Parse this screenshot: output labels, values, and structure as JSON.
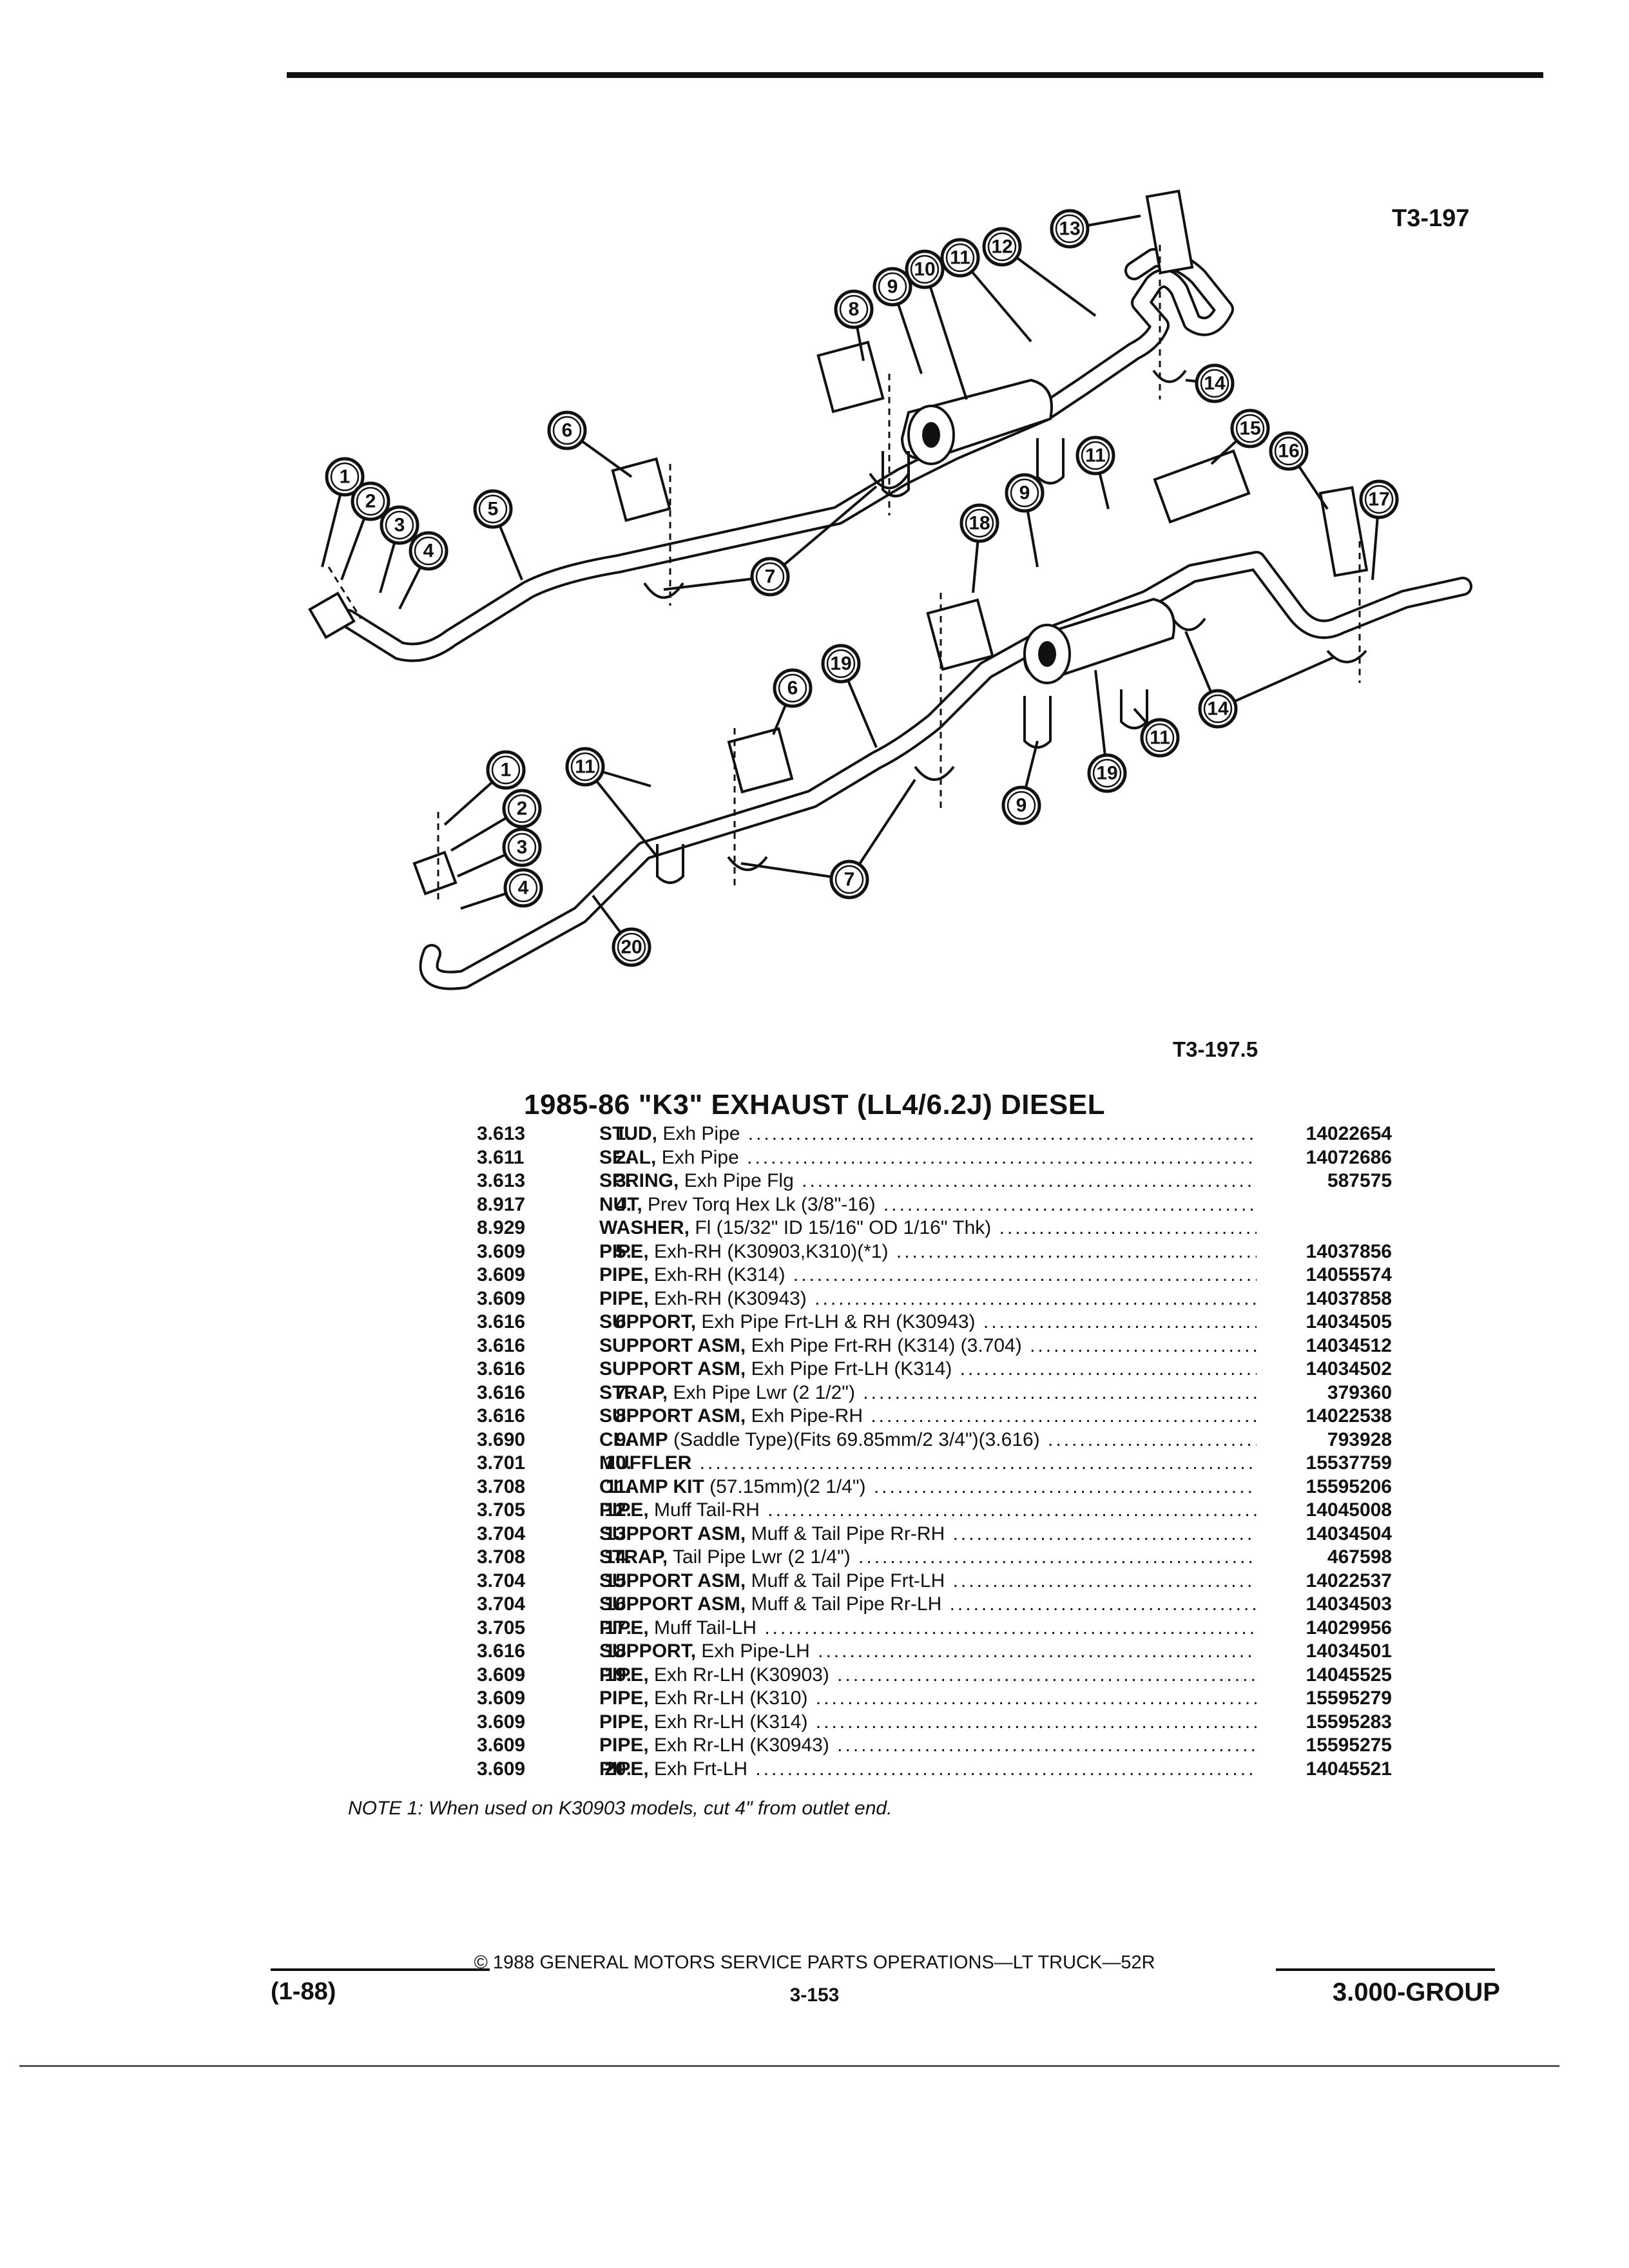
{
  "figure": {
    "label_top": "T3-197",
    "label_bottom": "T3-197.5",
    "callouts": [
      "1",
      "2",
      "3",
      "4",
      "5",
      "6",
      "7",
      "8",
      "9",
      "10",
      "11",
      "12",
      "13",
      "14",
      "15",
      "16",
      "17",
      "18",
      "19",
      "20"
    ]
  },
  "title": "1985-86 \"K3\" EXHAUST (LL4/6.2J) DIESEL",
  "parts": [
    {
      "no": "1.",
      "grp": "3.613",
      "name": "STUD,",
      "desc": " Exh Pipe",
      "pn": "14022654"
    },
    {
      "no": "2.",
      "grp": "3.611",
      "name": "SEAL,",
      "desc": " Exh Pipe",
      "pn": "14072686"
    },
    {
      "no": "3.",
      "grp": "3.613",
      "name": "SPRING,",
      "desc": " Exh Pipe Flg",
      "pn": "587575"
    },
    {
      "no": "4.",
      "grp": "8.917",
      "name": "NUT,",
      "desc": " Prev Torq Hex Lk (3/8\"-16)",
      "pn": ""
    },
    {
      "no": "",
      "grp": "8.929",
      "name": "WASHER,",
      "desc": " Fl (15/32\" ID 15/16\" OD 1/16\" Thk)",
      "pn": ""
    },
    {
      "no": "5.",
      "grp": "3.609",
      "name": "PIPE,",
      "desc": " Exh-RH (K30903,K310)(*1)",
      "pn": "14037856"
    },
    {
      "no": "",
      "grp": "3.609",
      "name": "PIPE,",
      "desc": " Exh-RH (K314)",
      "pn": "14055574"
    },
    {
      "no": "",
      "grp": "3.609",
      "name": "PIPE,",
      "desc": " Exh-RH (K30943)",
      "pn": "14037858"
    },
    {
      "no": "6.",
      "grp": "3.616",
      "name": "SUPPORT,",
      "desc": " Exh Pipe Frt-LH & RH (K30943)",
      "pn": "14034505"
    },
    {
      "no": "",
      "grp": "3.616",
      "name": "SUPPORT ASM,",
      "desc": " Exh Pipe Frt-RH (K314) (3.704)",
      "pn": "14034512"
    },
    {
      "no": "",
      "grp": "3.616",
      "name": "SUPPORT ASM,",
      "desc": " Exh Pipe Frt-LH (K314)",
      "pn": "14034502"
    },
    {
      "no": "7.",
      "grp": "3.616",
      "name": "STRAP,",
      "desc": " Exh Pipe Lwr (2 1/2\")",
      "pn": "379360"
    },
    {
      "no": "8.",
      "grp": "3.616",
      "name": "SUPPORT ASM,",
      "desc": " Exh Pipe-RH",
      "pn": "14022538"
    },
    {
      "no": "9.",
      "grp": "3.690",
      "name": "CLAMP",
      "desc": " (Saddle Type)(Fits 69.85mm/2 3/4\")(3.616)",
      "pn": "793928"
    },
    {
      "no": "10.",
      "grp": "3.701",
      "name": "MUFFLER",
      "desc": "",
      "pn": "15537759"
    },
    {
      "no": "11.",
      "grp": "3.708",
      "name": "CLAMP KIT",
      "desc": " (57.15mm)(2 1/4\")",
      "pn": "15595206"
    },
    {
      "no": "12.",
      "grp": "3.705",
      "name": "PIPE,",
      "desc": " Muff Tail-RH",
      "pn": "14045008"
    },
    {
      "no": "13.",
      "grp": "3.704",
      "name": "SUPPORT ASM,",
      "desc": " Muff & Tail Pipe Rr-RH",
      "pn": "14034504"
    },
    {
      "no": "14.",
      "grp": "3.708",
      "name": "STRAP,",
      "desc": " Tail Pipe Lwr (2 1/4\")",
      "pn": "467598"
    },
    {
      "no": "15.",
      "grp": "3.704",
      "name": "SUPPORT ASM,",
      "desc": " Muff & Tail Pipe Frt-LH",
      "pn": "14022537"
    },
    {
      "no": "16.",
      "grp": "3.704",
      "name": "SUPPORT ASM,",
      "desc": " Muff & Tail Pipe Rr-LH",
      "pn": "14034503"
    },
    {
      "no": "17.",
      "grp": "3.705",
      "name": "PIPE,",
      "desc": " Muff Tail-LH",
      "pn": "14029956"
    },
    {
      "no": "18.",
      "grp": "3.616",
      "name": "SUPPORT,",
      "desc": " Exh Pipe-LH",
      "pn": "14034501"
    },
    {
      "no": "19.",
      "grp": "3.609",
      "name": "PIPE,",
      "desc": " Exh Rr-LH (K30903)",
      "pn": "14045525"
    },
    {
      "no": "",
      "grp": "3.609",
      "name": "PIPE,",
      "desc": " Exh Rr-LH (K310)",
      "pn": "15595279"
    },
    {
      "no": "",
      "grp": "3.609",
      "name": "PIPE,",
      "desc": " Exh Rr-LH (K314)",
      "pn": "15595283"
    },
    {
      "no": "",
      "grp": "3.609",
      "name": "PIPE,",
      "desc": " Exh Rr-LH (K30943)",
      "pn": "15595275"
    },
    {
      "no": "20.",
      "grp": "3.609",
      "name": "PIPE,",
      "desc": " Exh Frt-LH",
      "pn": "14045521"
    }
  ],
  "note": "NOTE 1: When used on K30903 models, cut 4\" from outlet end.",
  "footer": {
    "copyright": "© 1988 GENERAL MOTORS SERVICE PARTS OPERATIONS—LT TRUCK—52R",
    "date": "(1-88)",
    "page": "3-153",
    "group": "3.000-GROUP"
  }
}
